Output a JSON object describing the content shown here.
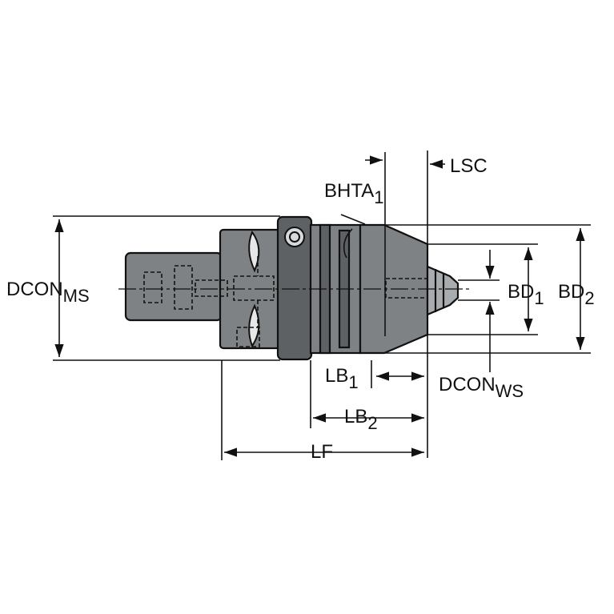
{
  "colors": {
    "metal": "#7f8285",
    "metal_dark": "#5e6164",
    "metal_light": "#a9acae",
    "line": "#111111",
    "background": "#ffffff"
  },
  "labels": {
    "lsc": "LSC",
    "bhta": {
      "main": "BHTA",
      "sub": "1"
    },
    "dcon_ms": {
      "main": "DCON",
      "sub": "MS"
    },
    "bd1": {
      "main": "BD",
      "sub": "1"
    },
    "bd2": {
      "main": "BD",
      "sub": "2"
    },
    "lb1": {
      "main": "LB",
      "sub": "1"
    },
    "lb2": {
      "main": "LB",
      "sub": "2"
    },
    "dcon_ws": {
      "main": "DCON",
      "sub": "WS"
    },
    "lf": "LF"
  }
}
